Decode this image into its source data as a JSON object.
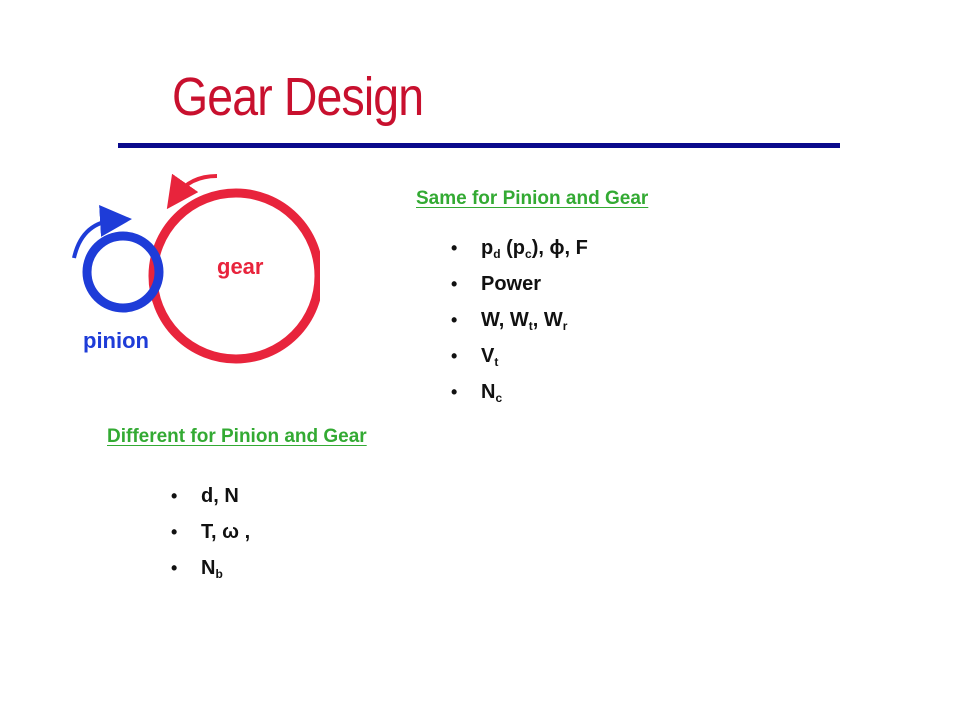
{
  "slide": {
    "title": "Gear Design",
    "title_color": "#c8102e",
    "rule_color": "#0a0a8c"
  },
  "diagram": {
    "gear_label": "gear",
    "pinion_label": "pinion",
    "gear_color": "#e8243c",
    "pinion_color": "#1e3cd8",
    "icons": [
      "gear-circle",
      "pinion-circle",
      "rotation-arrow-icon"
    ]
  },
  "same": {
    "heading": "Same for Pinion and Gear",
    "bullet": "•",
    "items": [
      {
        "main": "p",
        "sub": "d",
        "rest1": " (p",
        "sub2": "c",
        "rest2": "), ϕ, F"
      },
      {
        "main": "Power"
      },
      {
        "main": "W, W",
        "sub": "t",
        "rest1": ", W",
        "sub2": "r"
      },
      {
        "main": "V",
        "sub": "t"
      },
      {
        "main": "N",
        "sub": "c"
      }
    ]
  },
  "different": {
    "heading": "Different for Pinion and Gear",
    "bullet": "•",
    "items": [
      {
        "main": "d, N"
      },
      {
        "main": "T, ω ,"
      },
      {
        "main": "N",
        "sub": "b"
      }
    ]
  },
  "colors": {
    "heading_green": "#33aa33",
    "text": "#111111"
  }
}
